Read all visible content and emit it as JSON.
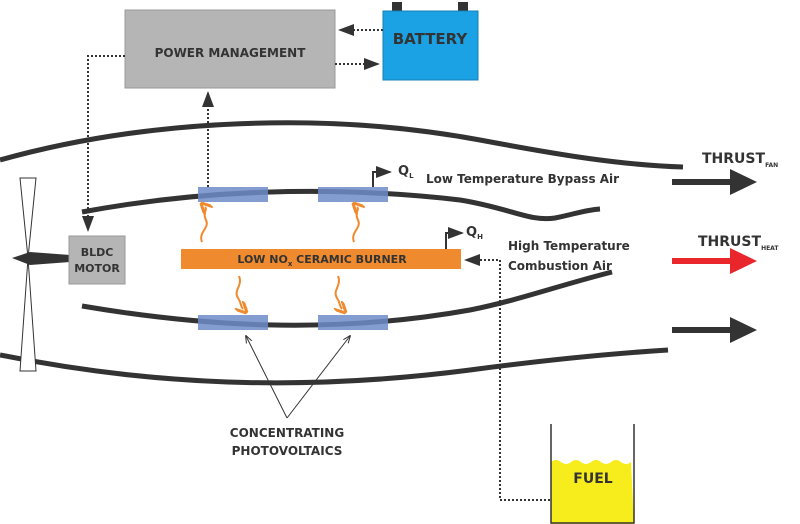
{
  "colors": {
    "power_management": "#b5b5b5",
    "battery": "#1ba2e4",
    "burner": "#f08a2e",
    "photovoltaic": "#6d8cc9",
    "fuel": "#f7ec1c",
    "thrust_heat": "#e8262c",
    "line": "#333333"
  },
  "power_management": {
    "label": "POWER MANAGEMENT"
  },
  "battery": {
    "label": "BATTERY"
  },
  "motor": {
    "line1": "BLDC",
    "line2": "MOTOR"
  },
  "burner": {
    "label_main": "LOW NO",
    "label_sub": "x",
    "label_rest": " CERAMIC BURNER"
  },
  "heat": {
    "ql": "Q",
    "ql_sub": "L",
    "qh": "Q",
    "qh_sub": "H"
  },
  "bypass_label": "Low Temperature Bypass Air",
  "combustion_label": {
    "line1": "High Temperature",
    "line2": "Combustion Air"
  },
  "thrust_fan": {
    "label": "THRUST",
    "sub": "FAN"
  },
  "thrust_heat": {
    "label": "THRUST",
    "sub": "HEAT"
  },
  "pv_label": {
    "line1": "CONCENTRATING",
    "line2": "PHOTOVOLTAICS"
  },
  "fuel": {
    "label": "FUEL"
  }
}
